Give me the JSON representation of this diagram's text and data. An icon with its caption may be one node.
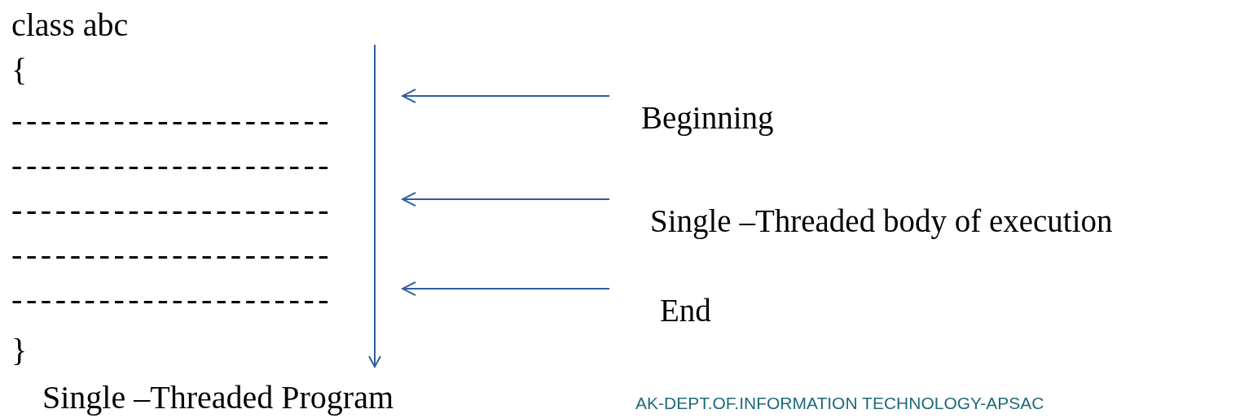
{
  "diagram": {
    "caption": "Single –Threaded Program",
    "nodes": [
      {
        "text": [
          "Beginning"
        ]
      },
      {
        "text": [
          "Single –Threaded body of execution"
        ]
      },
      {
        "text": [
          "End"
        ]
      }
    ],
    "edges": [
      {
        "from": 0,
        "to": null,
        "arrow": "to"
      },
      {
        "from": 1,
        "to": null,
        "arrow": "to"
      },
      {
        "from": 2,
        "to": null,
        "arrow": "to"
      }
    ],
    "labels": [
      "class abc",
      "{",
      "----------------------",
      "----------------------",
      "----------------------",
      "----------------------",
      "----------------------",
      "}",
      "AK-DEPT.OF.INFORMATION TECHNOLOGY-APSAC"
    ]
  }
}
